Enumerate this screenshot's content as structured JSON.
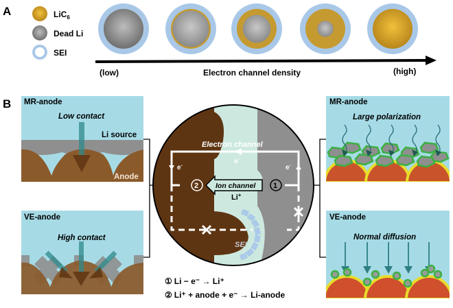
{
  "panel_a": {
    "label": "A",
    "legend": [
      {
        "name": "LiC",
        "sub": "6",
        "kind": "lic6"
      },
      {
        "name": "Dead Li",
        "sub": "",
        "kind": "dead-li"
      },
      {
        "name": "SEI",
        "sub": "",
        "kind": "sei"
      }
    ],
    "particles_lic6_fraction": [
      0.0,
      0.1,
      0.35,
      0.7,
      1.0
    ],
    "axis": {
      "low_label": "(low)",
      "title": "Electron channel density",
      "high_label": "(high)"
    }
  },
  "panel_b": {
    "label": "B",
    "mr_left": {
      "title": "MR-anode",
      "annotation": "Low contact",
      "li_source_label": "Li source",
      "anode_label": "Anode"
    },
    "ve_left": {
      "title": "VE-anode",
      "annotation": "High contact"
    },
    "mr_right": {
      "title": "MR-anode",
      "annotation": "Large polarization"
    },
    "ve_right": {
      "title": "VE-anode",
      "annotation": "Normal diffusion"
    },
    "center": {
      "electron_channel": "Electron channel",
      "e_minus": "e",
      "e_sup": "-",
      "ion_channel": "Ion channel",
      "li_plus": "Li",
      "plus_sup": "+",
      "step1": "①",
      "step2": "②",
      "sei_label": "SEI"
    },
    "reactions": [
      {
        "num": "①",
        "text": "Li − e⁻ → Li⁺"
      },
      {
        "num": "②",
        "text": "Li⁺ + anode + e⁻ → Li-anode"
      }
    ]
  },
  "colors": {
    "electrolyte": "#a6dbe6",
    "anode_brown": "#8b5a2b",
    "dark_brown": "#5e3512",
    "li_gray": "#8f8f8f",
    "sei_blue": "#a9c8e8",
    "lic6_gold": "#d4a22c",
    "ion_green": "#cde9df",
    "copper": "#c9542b",
    "yellow": "#e8dc2a",
    "green": "#3cb043",
    "teal_arrow": "#2f7f80"
  }
}
